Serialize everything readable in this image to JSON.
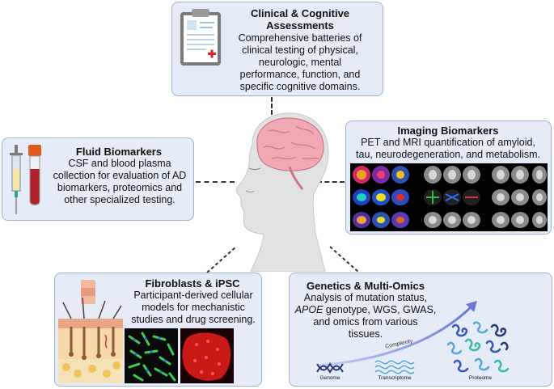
{
  "clinical": {
    "title": "Clinical & Cognitive Assessments",
    "title_line1": "Clinical & Cognitive",
    "title_line2": "Assessments",
    "body": [
      "Comprehensive batteries of",
      "clinical testing of physical,",
      "neurologic, mental",
      "performance, function, and",
      "specific cognitive domains."
    ]
  },
  "fluid": {
    "title": "Fluid Biomarkers",
    "body": [
      "CSF and blood plasma",
      "collection for evaluation of AD",
      "biomarkers, proteomics and",
      "other specialized testing."
    ]
  },
  "imaging": {
    "title": "Imaging Biomarkers",
    "body": [
      "PET and MRI quantification of amyloid,",
      "tau, neurodegeneration, and metabolism."
    ]
  },
  "fibroblasts": {
    "title": "Fibroblasts & iPSC",
    "body": [
      "Participant-derived cellular",
      "models for mechanistic",
      "studies and drug screening."
    ]
  },
  "genetics": {
    "title": "Genetics & Multi-Omics",
    "body_line1": "Analysis of mutation status,",
    "body_line2_italic": "APOE",
    "body_line2_rest": " genotype, WGS, GWAS,",
    "body_line3": "and omics from various",
    "body_line4": "tissues.",
    "arrow_label": "Complexity",
    "labels": [
      "Genome",
      "Transcriptome",
      "Proteome"
    ]
  },
  "colors": {
    "panel_fill": "#e6ecf7",
    "panel_border": "#9db3d6",
    "head_fill": "#e2e2e2",
    "brain_fill": "#f0a8b3"
  }
}
